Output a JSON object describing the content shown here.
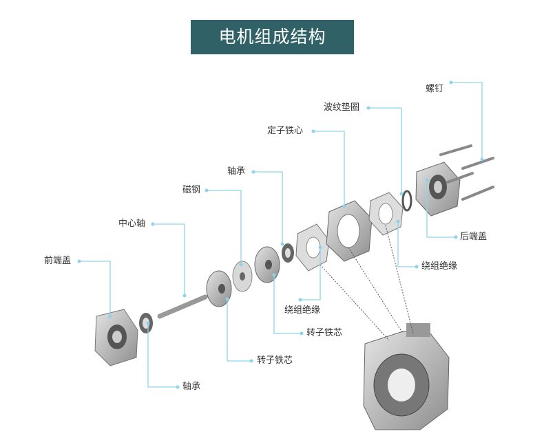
{
  "title": "电机组成结构",
  "labels": {
    "screw": "螺钉",
    "wave_washer": "波纹垫圈",
    "stator_core": "定子铁心",
    "bearing_top": "轴承",
    "magnet": "磁钢",
    "center_shaft": "中心轴",
    "front_cover": "前端盖",
    "rear_cover": "后端盖",
    "winding_insulation_right": "绕组绝缘",
    "winding_insulation_mid": "绕组绝缘",
    "rotor_core_right": "转子铁芯",
    "rotor_core_left": "转子铁芯",
    "bearing_bottom": "轴承"
  },
  "colors": {
    "title_bg": "#2f6166",
    "leader": "#8fd3ea"
  }
}
